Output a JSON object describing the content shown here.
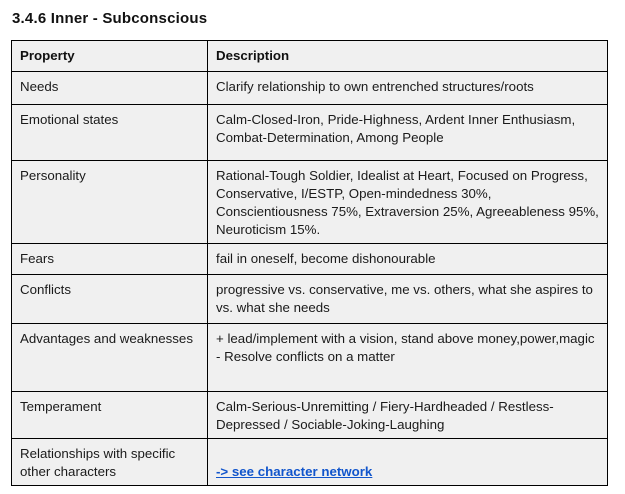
{
  "page": {
    "title": "3.4.6 Inner - Subconscious"
  },
  "colors": {
    "cell_background": "#f0f0f0",
    "border": "#000000",
    "text": "#1a1a1a",
    "link": "#1155cc"
  },
  "table": {
    "headers": {
      "property": "Property",
      "description": "Description"
    },
    "rows": [
      {
        "property": "Needs",
        "description": "Clarify relationship to own entrenched structures/roots"
      },
      {
        "property": "Emotional states",
        "description": "Calm-Closed-Iron, Pride-Highness, Ardent Inner Enthusiasm, Combat-Determination, Among People"
      },
      {
        "property": "Personality",
        "description": "Rational-Tough Soldier, Idealist at Heart, Focused on Progress, Conservative, I/ESTP, Open-mindedness 30%, Conscientiousness 75%, Extraversion 25%, Agreeableness 95%, Neuroticism 15%."
      },
      {
        "property": "Fears",
        "description": "fail in oneself, become dishonourable"
      },
      {
        "property": "Conflicts",
        "description": "progressive vs. conservative, me vs. others, what she aspires to vs. what she needs"
      },
      {
        "property": "Advantages and weaknesses",
        "description": "+ lead/implement with a vision, stand above money,power,magic\n- Resolve conflicts on a matter"
      },
      {
        "property": "Temperament",
        "description": "Calm-Serious-Unremitting / Fiery-Hardheaded / Restless-Depressed / Sociable-Joking-Laughing"
      },
      {
        "property": "Relationships with specific other characters",
        "description": "-> see character network"
      }
    ]
  }
}
